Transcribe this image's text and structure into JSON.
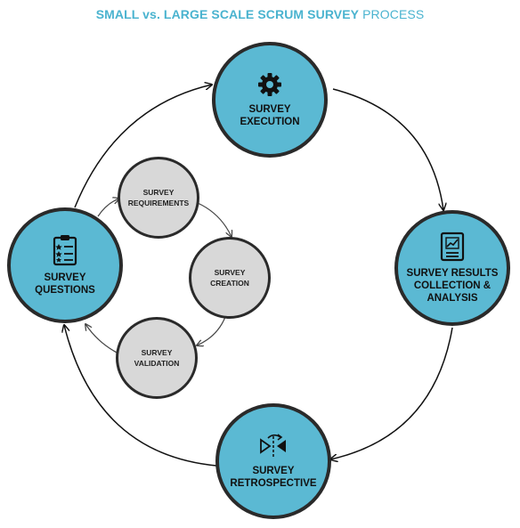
{
  "title": {
    "bold": "SMALL vs. LARGE SCALE SCRUM SURVEY",
    "light": "PROCESS"
  },
  "colors": {
    "accent": "#5bb9d3",
    "title": "#4ab3cf",
    "grey_node": "#d8d8d8",
    "outline": "#2a2a2a"
  },
  "nodes": {
    "execution": {
      "label": "SURVEY\nEXECUTION",
      "icon": "gear-icon"
    },
    "results": {
      "label": "SURVEY RESULTS\nCOLLECTION &\nANALYSIS",
      "icon": "chart-document-icon"
    },
    "retrospective": {
      "label": "SURVEY\nRETROSPECTIVE",
      "icon": "mirror-flip-icon"
    },
    "questions": {
      "label": "SURVEY\nQUESTIONS",
      "icon": "clipboard-rating-icon"
    },
    "requirements": {
      "label": "SURVEY\nREQUIREMENTS"
    },
    "creation": {
      "label": "SURVEY\nCREATION"
    },
    "validation": {
      "label": "SURVEY\nVALIDATION"
    }
  }
}
